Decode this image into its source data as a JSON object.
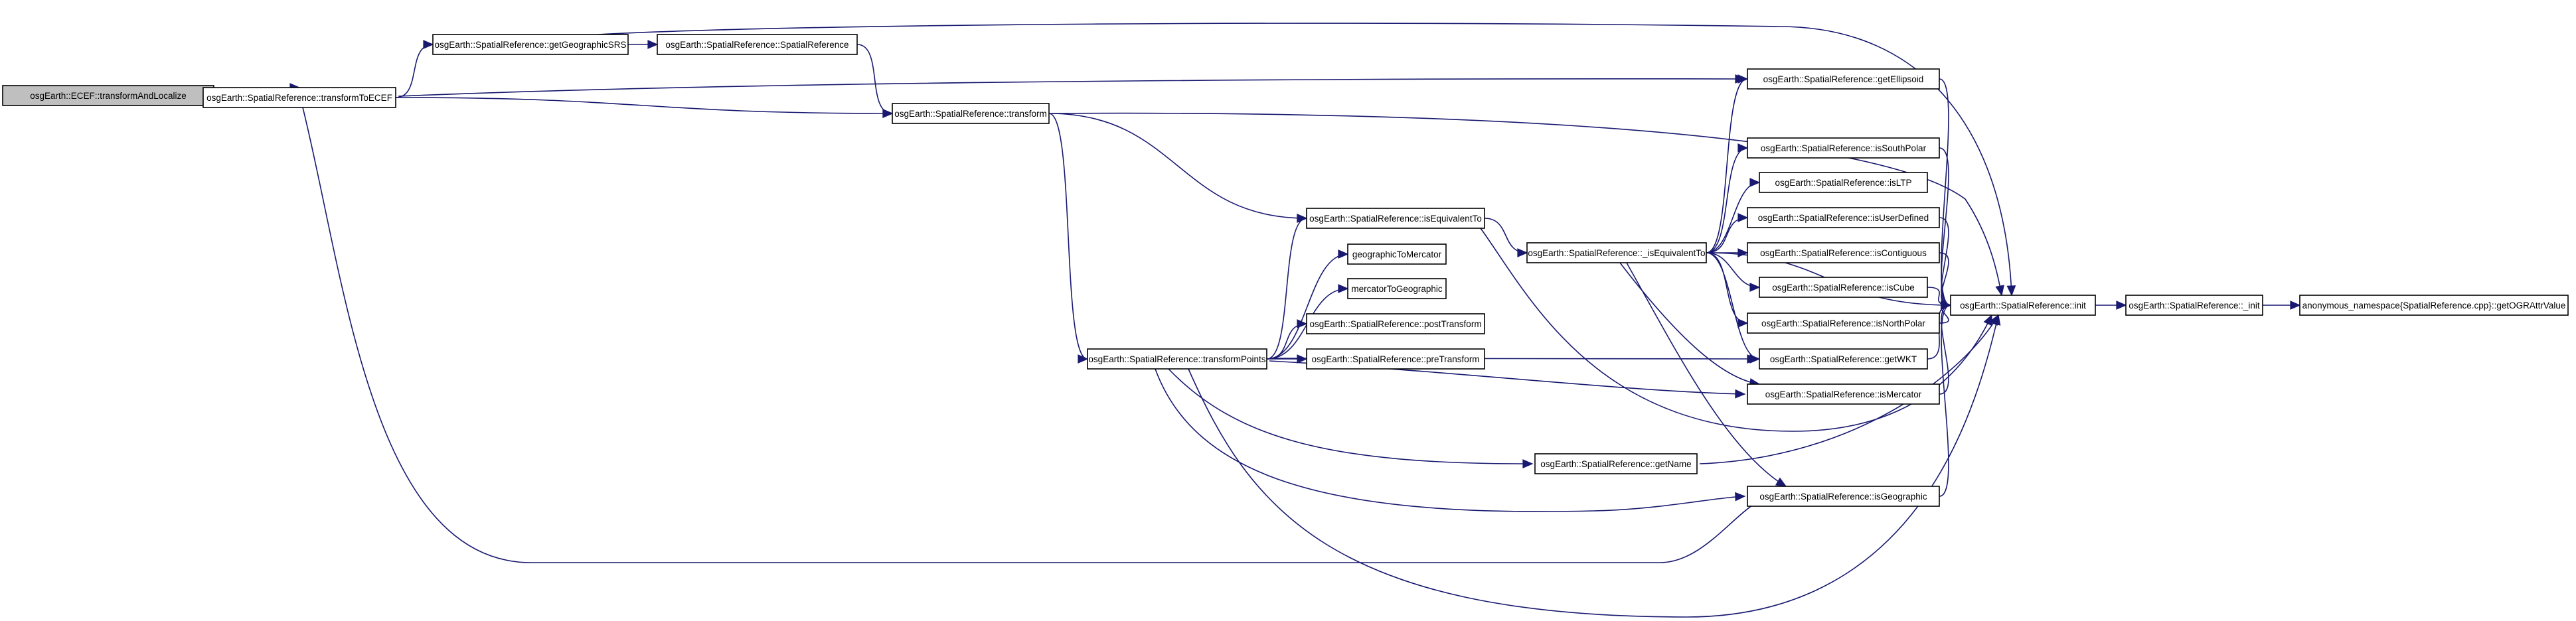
{
  "diagram": {
    "kind": "call-graph",
    "colors": {
      "edge": "#191970",
      "node_border": "#000000",
      "root_fill": "#bfbfbf",
      "node_fill": "#ffffff"
    },
    "nodes": [
      {
        "id": "root",
        "label": "osgEarth::ECEF::transformAndLocalize",
        "highlight": true
      },
      {
        "id": "toECEF",
        "label": "osgEarth::SpatialReference::transformToECEF"
      },
      {
        "id": "getGeoSRS",
        "label": "osgEarth::SpatialReference::getGeographicSRS"
      },
      {
        "id": "ctor",
        "label": "osgEarth::SpatialReference::SpatialReference"
      },
      {
        "id": "getEllipsoid",
        "label": "osgEarth::SpatialReference::getEllipsoid"
      },
      {
        "id": "transform",
        "label": "osgEarth::SpatialReference::transform"
      },
      {
        "id": "isSouthPolar",
        "label": "osgEarth::SpatialReference::isSouthPolar"
      },
      {
        "id": "isLTP",
        "label": "osgEarth::SpatialReference::isLTP"
      },
      {
        "id": "isUserDefined",
        "label": "osgEarth::SpatialReference::isUserDefined"
      },
      {
        "id": "isEquivalentTo",
        "label": "osgEarth::SpatialReference::isEquivalentTo"
      },
      {
        "id": "_isEquivalentTo",
        "label": "osgEarth::SpatialReference::_isEquivalentTo"
      },
      {
        "id": "isContiguous",
        "label": "osgEarth::SpatialReference::isContiguous"
      },
      {
        "id": "geoToMerc",
        "label": "geographicToMercator"
      },
      {
        "id": "mercToGeo",
        "label": "mercatorToGeographic"
      },
      {
        "id": "isCube",
        "label": "osgEarth::SpatialReference::isCube"
      },
      {
        "id": "init",
        "label": "osgEarth::SpatialReference::init"
      },
      {
        "id": "_init",
        "label": "osgEarth::SpatialReference::_init"
      },
      {
        "id": "getOGR",
        "label": "anonymous_namespace{SpatialReference.cpp}::getOGRAttrValue"
      },
      {
        "id": "isNorthPolar",
        "label": "osgEarth::SpatialReference::isNorthPolar"
      },
      {
        "id": "postTransform",
        "label": "osgEarth::SpatialReference::postTransform"
      },
      {
        "id": "preTransform",
        "label": "osgEarth::SpatialReference::preTransform"
      },
      {
        "id": "transformPoints",
        "label": "osgEarth::SpatialReference::transformPoints"
      },
      {
        "id": "getWKT",
        "label": "osgEarth::SpatialReference::getWKT"
      },
      {
        "id": "isMercator",
        "label": "osgEarth::SpatialReference::isMercator"
      },
      {
        "id": "getName",
        "label": "osgEarth::SpatialReference::getName"
      },
      {
        "id": "isGeographic",
        "label": "osgEarth::SpatialReference::isGeographic"
      }
    ],
    "edges": [
      {
        "from": "root",
        "to": "toECEF"
      },
      {
        "from": "toECEF",
        "to": "getGeoSRS"
      },
      {
        "from": "toECEF",
        "to": "getEllipsoid"
      },
      {
        "from": "toECEF",
        "to": "transform"
      },
      {
        "from": "toECEF",
        "to": "isGeographic"
      },
      {
        "from": "getGeoSRS",
        "to": "ctor"
      },
      {
        "from": "getGeoSRS",
        "to": "init"
      },
      {
        "from": "ctor",
        "to": "transform"
      },
      {
        "from": "getEllipsoid",
        "to": "init"
      },
      {
        "from": "transform",
        "to": "init"
      },
      {
        "from": "transform",
        "to": "isEquivalentTo"
      },
      {
        "from": "transform",
        "to": "transformPoints"
      },
      {
        "from": "isEquivalentTo",
        "to": "_isEquivalentTo"
      },
      {
        "from": "isEquivalentTo",
        "to": "init"
      },
      {
        "from": "_isEquivalentTo",
        "to": "getEllipsoid"
      },
      {
        "from": "_isEquivalentTo",
        "to": "isSouthPolar"
      },
      {
        "from": "_isEquivalentTo",
        "to": "isLTP"
      },
      {
        "from": "_isEquivalentTo",
        "to": "isUserDefined"
      },
      {
        "from": "_isEquivalentTo",
        "to": "isContiguous"
      },
      {
        "from": "_isEquivalentTo",
        "to": "isCube"
      },
      {
        "from": "_isEquivalentTo",
        "to": "isNorthPolar"
      },
      {
        "from": "_isEquivalentTo",
        "to": "getWKT"
      },
      {
        "from": "_isEquivalentTo",
        "to": "isMercator"
      },
      {
        "from": "_isEquivalentTo",
        "to": "isGeographic"
      },
      {
        "from": "_isEquivalentTo",
        "to": "init"
      },
      {
        "from": "isSouthPolar",
        "to": "init"
      },
      {
        "from": "isUserDefined",
        "to": "init"
      },
      {
        "from": "isContiguous",
        "to": "init"
      },
      {
        "from": "isCube",
        "to": "init"
      },
      {
        "from": "isNorthPolar",
        "to": "init"
      },
      {
        "from": "getWKT",
        "to": "init"
      },
      {
        "from": "isMercator",
        "to": "init"
      },
      {
        "from": "getName",
        "to": "init"
      },
      {
        "from": "isGeographic",
        "to": "init"
      },
      {
        "from": "init",
        "to": "_init"
      },
      {
        "from": "_init",
        "to": "getOGR"
      },
      {
        "from": "transformPoints",
        "to": "isEquivalentTo"
      },
      {
        "from": "transformPoints",
        "to": "geoToMerc"
      },
      {
        "from": "transformPoints",
        "to": "mercToGeo"
      },
      {
        "from": "transformPoints",
        "to": "postTransform"
      },
      {
        "from": "transformPoints",
        "to": "preTransform"
      },
      {
        "from": "transformPoints",
        "to": "getWKT"
      },
      {
        "from": "transformPoints",
        "to": "isMercator"
      },
      {
        "from": "transformPoints",
        "to": "getName"
      },
      {
        "from": "transformPoints",
        "to": "isGeographic"
      },
      {
        "from": "transformPoints",
        "to": "init"
      }
    ]
  }
}
